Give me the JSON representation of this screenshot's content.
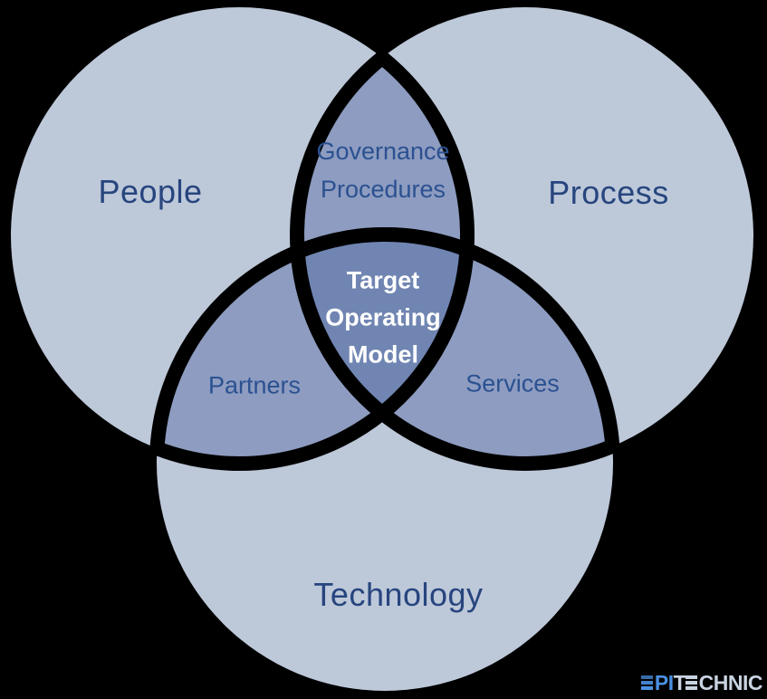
{
  "diagram": {
    "type": "venn",
    "sets": [
      {
        "id": "people",
        "label": "People"
      },
      {
        "id": "process",
        "label": "Process"
      },
      {
        "id": "technology",
        "label": "Technology"
      }
    ],
    "overlaps": {
      "people_process": {
        "lines": [
          "Governance",
          "Procedures"
        ]
      },
      "people_technology": {
        "label": "Partners"
      },
      "process_technology": {
        "label": "Services"
      },
      "center": {
        "lines": [
          "Target",
          "Operating",
          "Model"
        ]
      }
    }
  },
  "logo": {
    "text": "EPITECHNIC",
    "epi_rest": "PI",
    "technic_pre": "T",
    "technic_rest": "CHNIC"
  },
  "colors": {
    "background": "#000000",
    "circle": "#bdc8d9",
    "overlap": "#8d9cc0",
    "center": "#7085b2",
    "set_label": "#27457e",
    "overlap_label": "#2b5191",
    "center_label": "#ffffff",
    "logo_epi": "#4a90e2",
    "logo_technic": "#c9d3e1"
  }
}
